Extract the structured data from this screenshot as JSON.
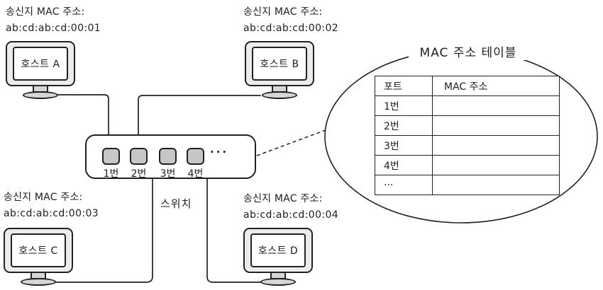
{
  "hosts": [
    {
      "caption_line1": "송신지 MAC 주소:",
      "mac": "ab:cd:ab:cd:00:01",
      "name": "호스트 A"
    },
    {
      "caption_line1": "송신지 MAC 주소:",
      "mac": "ab:cd:ab:cd:00:02",
      "name": "호스트 B"
    },
    {
      "caption_line1": "송신지 MAC 주소:",
      "mac": "ab:cd:ab:cd:00:03",
      "name": "호스트 C"
    },
    {
      "caption_line1": "송신지 MAC 주소:",
      "mac": "ab:cd:ab:cd:00:04",
      "name": "호스트 D"
    }
  ],
  "switch_unit": {
    "label": "스위치",
    "ports": [
      "1번",
      "2번",
      "3번",
      "4번"
    ],
    "more_ports": "···"
  },
  "mac_table": {
    "title": "MAC 주소 테이블",
    "columns": [
      "포트",
      "MAC 주소"
    ],
    "rows": [
      {
        "port": "1번",
        "mac": ""
      },
      {
        "port": "2번",
        "mac": ""
      },
      {
        "port": "3번",
        "mac": ""
      },
      {
        "port": "4번",
        "mac": ""
      },
      {
        "port": "···",
        "mac": ""
      }
    ]
  },
  "colors": {
    "stroke": "#222222",
    "port_fill": "#c6c6c6",
    "monitor_bezel_fill": "#ececec",
    "stand_fill": "#d6d6d6",
    "background": "#ffffff"
  }
}
